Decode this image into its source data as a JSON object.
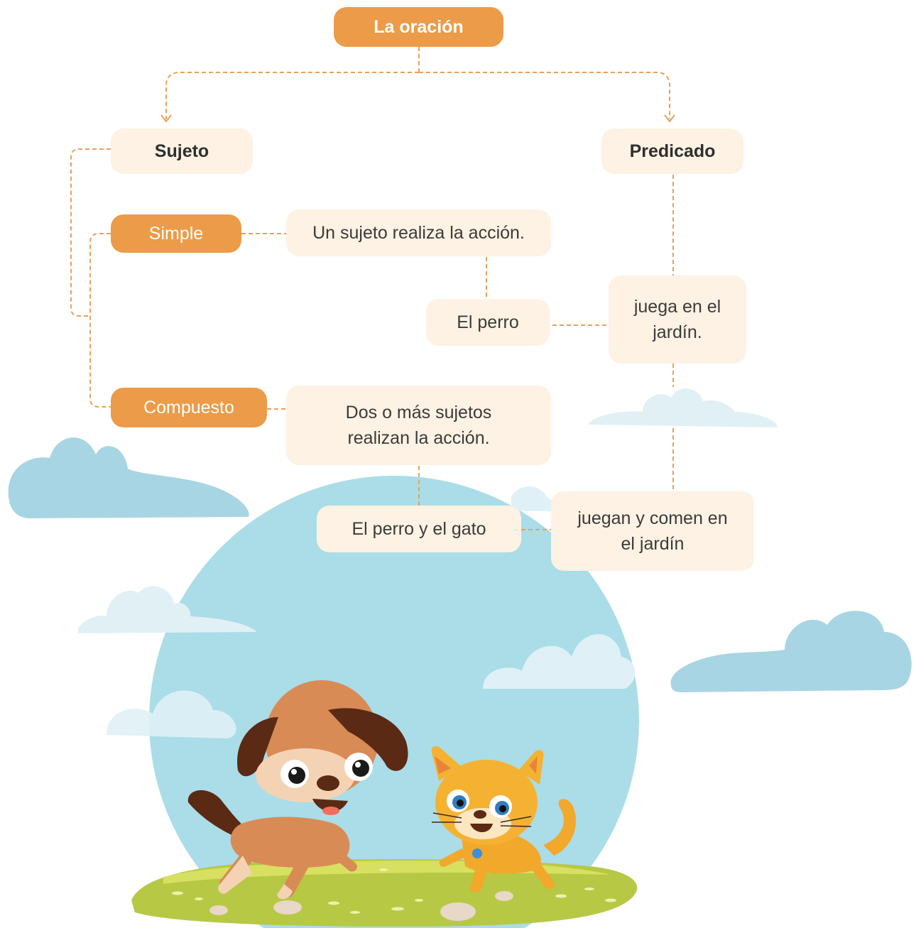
{
  "diagram": {
    "root": "La oración",
    "subject": {
      "label": "Sujeto",
      "simple": {
        "label": "Simple",
        "definition": "Un sujeto realiza la acción.",
        "example": "El perro"
      },
      "compound": {
        "label": "Compuesto",
        "definition": "Dos o más sujetos realizan la acción.",
        "example": "El perro y el gato"
      }
    },
    "predicate": {
      "label": "Predicado",
      "simple_example": "juega en el jardín.",
      "compound_example": "juegan y comen en el jardín"
    }
  },
  "colors": {
    "accent_orange": "#ec9b48",
    "box_cream": "#fdf2e3",
    "connector": "#eaa05a",
    "sky": "#a9dde7",
    "cloud": "#a8d6e3",
    "grass": "#b6c743"
  },
  "illustration": {
    "characters": [
      "dog-icon",
      "cat-icon"
    ],
    "scenery": [
      "cloud-icon",
      "grass-icon",
      "sky-circle"
    ]
  }
}
